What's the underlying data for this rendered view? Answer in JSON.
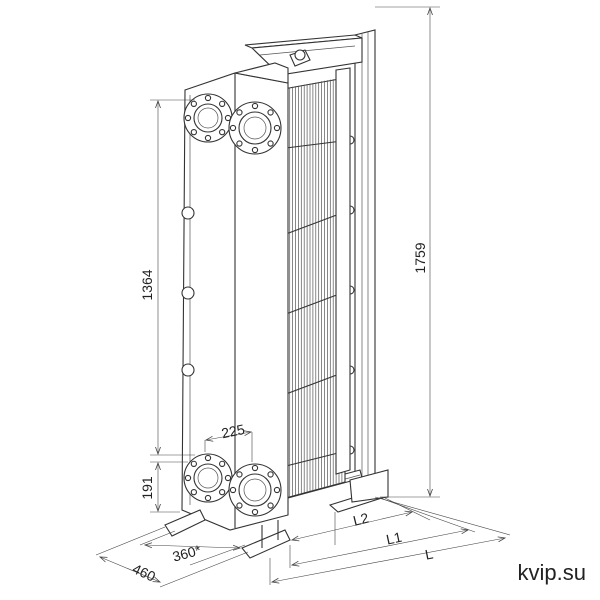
{
  "dimensions": {
    "height_total": "1759",
    "height_ports": "1364",
    "port_distance_horizontal": "225",
    "port_flange_height": "191",
    "depth": "460",
    "width": "360*",
    "length_l2": "L2",
    "length_l1": "L1",
    "length_l": "L"
  },
  "watermark": "kvip.su"
}
